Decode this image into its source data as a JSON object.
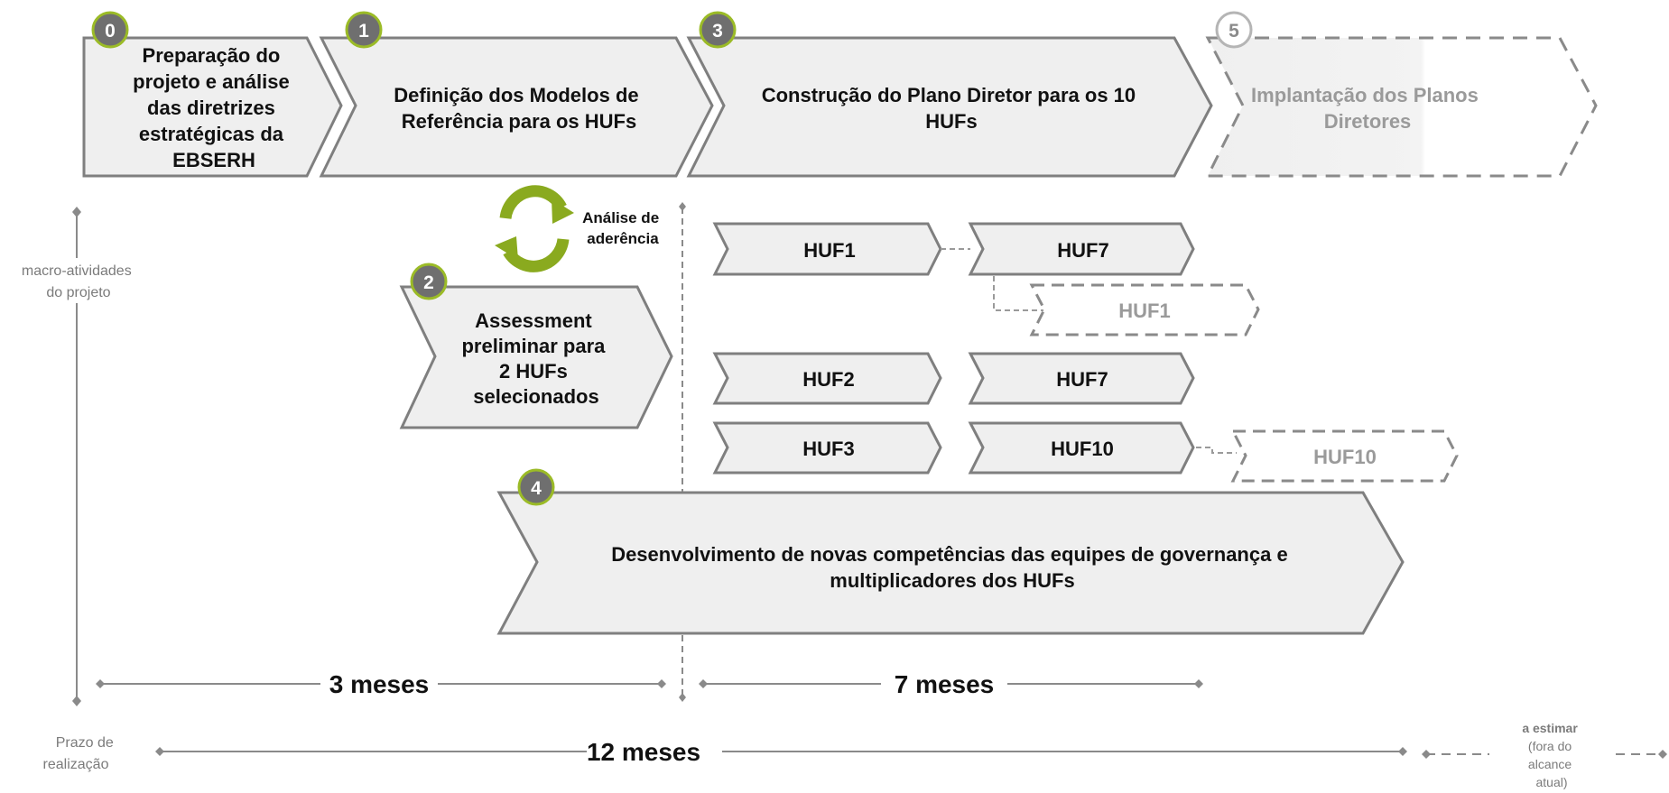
{
  "phases": [
    {
      "badge": "0",
      "lines": [
        "Preparação do",
        "projeto e análise",
        "das diretrizes",
        "estratégicas da",
        "EBSERH"
      ]
    },
    {
      "badge": "1",
      "lines": [
        "Definição dos Modelos de",
        "Referência para os HUFs"
      ]
    },
    {
      "badge": "3",
      "lines": [
        "Construção do Plano Diretor para os 10",
        "HUFs"
      ]
    },
    {
      "badge": "5",
      "lines": [
        "Implantação dos Planos",
        "Diretores"
      ]
    }
  ],
  "assessment": {
    "badge": "2",
    "lines": [
      "Assessment",
      "preliminar para",
      "2 HUFs",
      "selecionados"
    ]
  },
  "cycle_label": [
    "Análise de",
    "aderência"
  ],
  "huf_rows": {
    "row1": [
      "HUF1",
      "HUF7"
    ],
    "row1_future": "HUF1",
    "row2": [
      "HUF2",
      "HUF7"
    ],
    "row3": [
      "HUF3",
      "HUF10"
    ],
    "row3_future": "HUF10"
  },
  "development": {
    "badge": "4",
    "lines": [
      "Desenvolvimento de novas competências das equipes de governança e",
      "multiplicadores dos HUFs"
    ]
  },
  "side_labels": {
    "macro": [
      "macro-atividades",
      "do projeto"
    ],
    "prazo": [
      "Prazo de",
      "realização"
    ]
  },
  "durations": {
    "first": "3 meses",
    "second": "7 meses",
    "total": "12 meses"
  },
  "estimate_note": [
    "a estimar",
    "(fora do",
    "alcance",
    "atual)"
  ],
  "colors": {
    "box_fill": "#efefef",
    "box_stroke": "#7f7f7f",
    "badge_fill": "#6f6f6f",
    "badge_ring": "#9bbb27",
    "cycle_green": "#8aaa1f",
    "text_dark": "#111111",
    "text_dim": "#9a9a9a"
  }
}
